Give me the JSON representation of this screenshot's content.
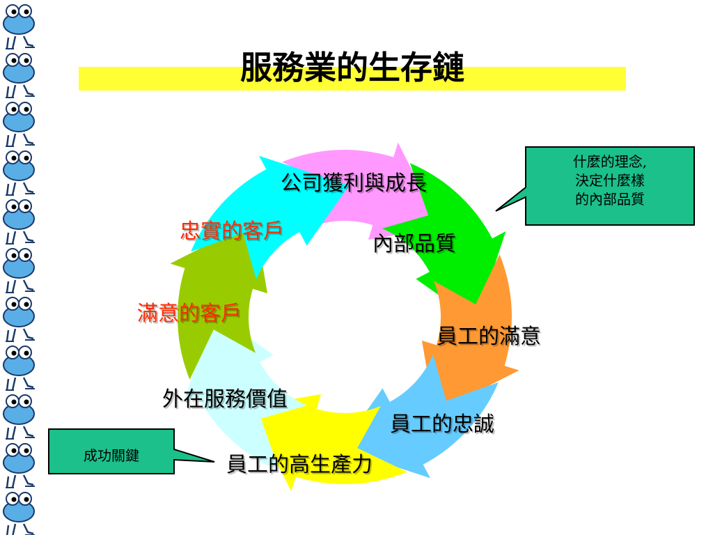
{
  "slide": {
    "title": "服務業的生存鏈",
    "title_bar_color": "#ffff33",
    "cycle_labels": [
      {
        "key": "profit",
        "text": "公司獲利與成長",
        "color": "#000000"
      },
      {
        "key": "internal_quality",
        "text": "內部品質",
        "color": "#000000"
      },
      {
        "key": "employee_satisfaction",
        "text": "員工的滿意",
        "color": "#000000"
      },
      {
        "key": "employee_loyalty",
        "text": "員工的忠誠",
        "color": "#000000"
      },
      {
        "key": "employee_productivity",
        "text": "員工的高生產力",
        "color": "#000000"
      },
      {
        "key": "external_value",
        "text": "外在服務價值",
        "color": "#000000"
      },
      {
        "key": "satisfied_customers",
        "text": "滿意的客戶",
        "color": "#ff2a00"
      },
      {
        "key": "loyal_customers",
        "text": "忠實的客戶",
        "color": "#ff2a00"
      }
    ],
    "callouts": {
      "internal": "什麼的理念,\n決定什麼樣\n的內部品質",
      "success": "成功關鍵",
      "fill_color": "#1bc08a"
    },
    "arrow_colors": [
      "#ff99ff",
      "#00ee00",
      "#ff9933",
      "#66ccff",
      "#ffff00",
      "#ccffff",
      "#99cc00",
      "#00ffff"
    ]
  }
}
